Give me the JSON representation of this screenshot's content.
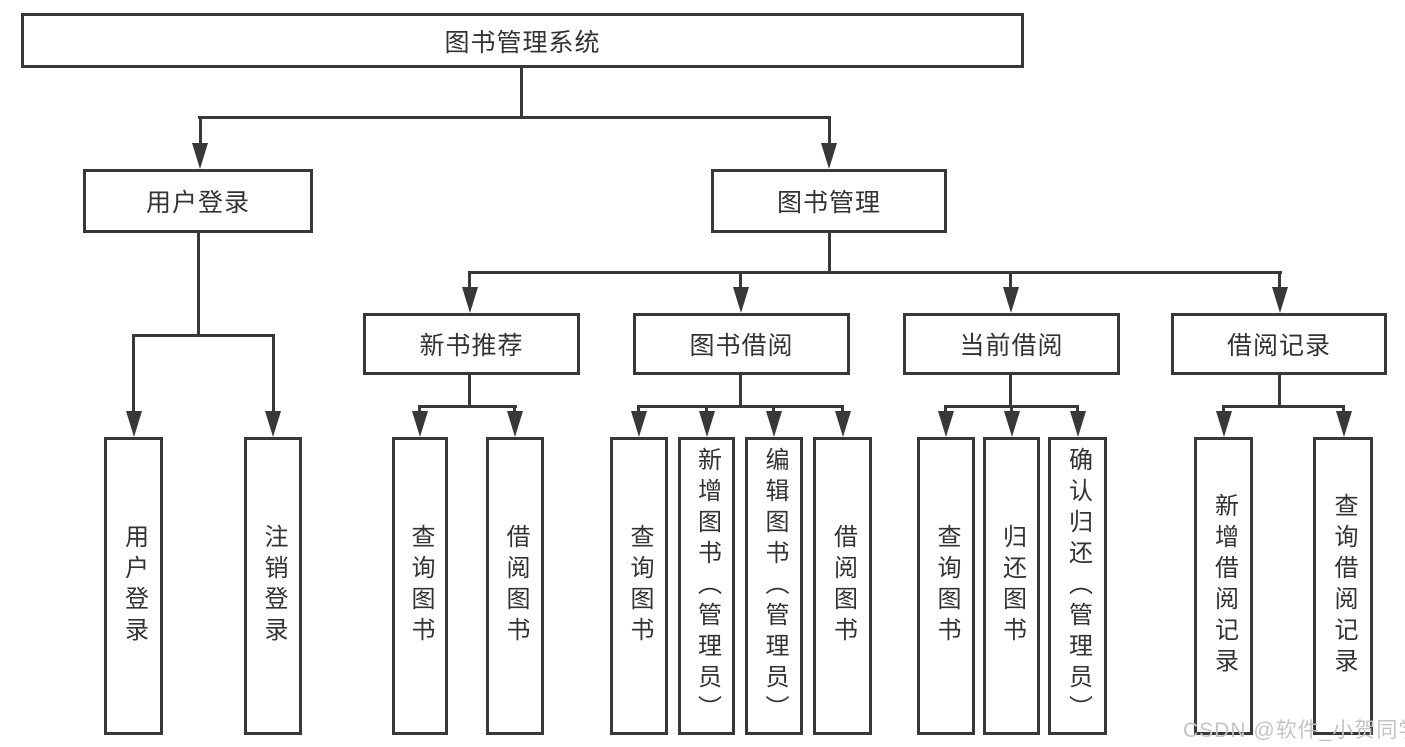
{
  "diagram": {
    "root": "图书管理系统",
    "branches": {
      "user": "用户登录",
      "mgmt": "图书管理"
    },
    "modules": {
      "recommend": "新书推荐",
      "borrow": "图书借阅",
      "current": "当前借阅",
      "records": "借阅记录"
    },
    "leaves": {
      "user_login": "用户登录",
      "user_logout": "注销登录",
      "rec_query": "查询图书",
      "rec_borrow": "借阅图书",
      "bor_query": "查询图书",
      "bor_add": "新增图书（管理员）",
      "bor_edit": "编辑图书（管理员）",
      "bor_borrow": "借阅图书",
      "cur_query": "查询图书",
      "cur_return": "归还图书",
      "cur_confirm": "确认归还（管理员）",
      "records_add": "新增借阅记录",
      "records_query": "查询借阅记录"
    }
  },
  "watermark": "CSDN @软件_小贺同学",
  "colors": {
    "line": "#383838",
    "text": "#333333",
    "watermark": "#c4c4c4",
    "background": "#ffffff"
  }
}
